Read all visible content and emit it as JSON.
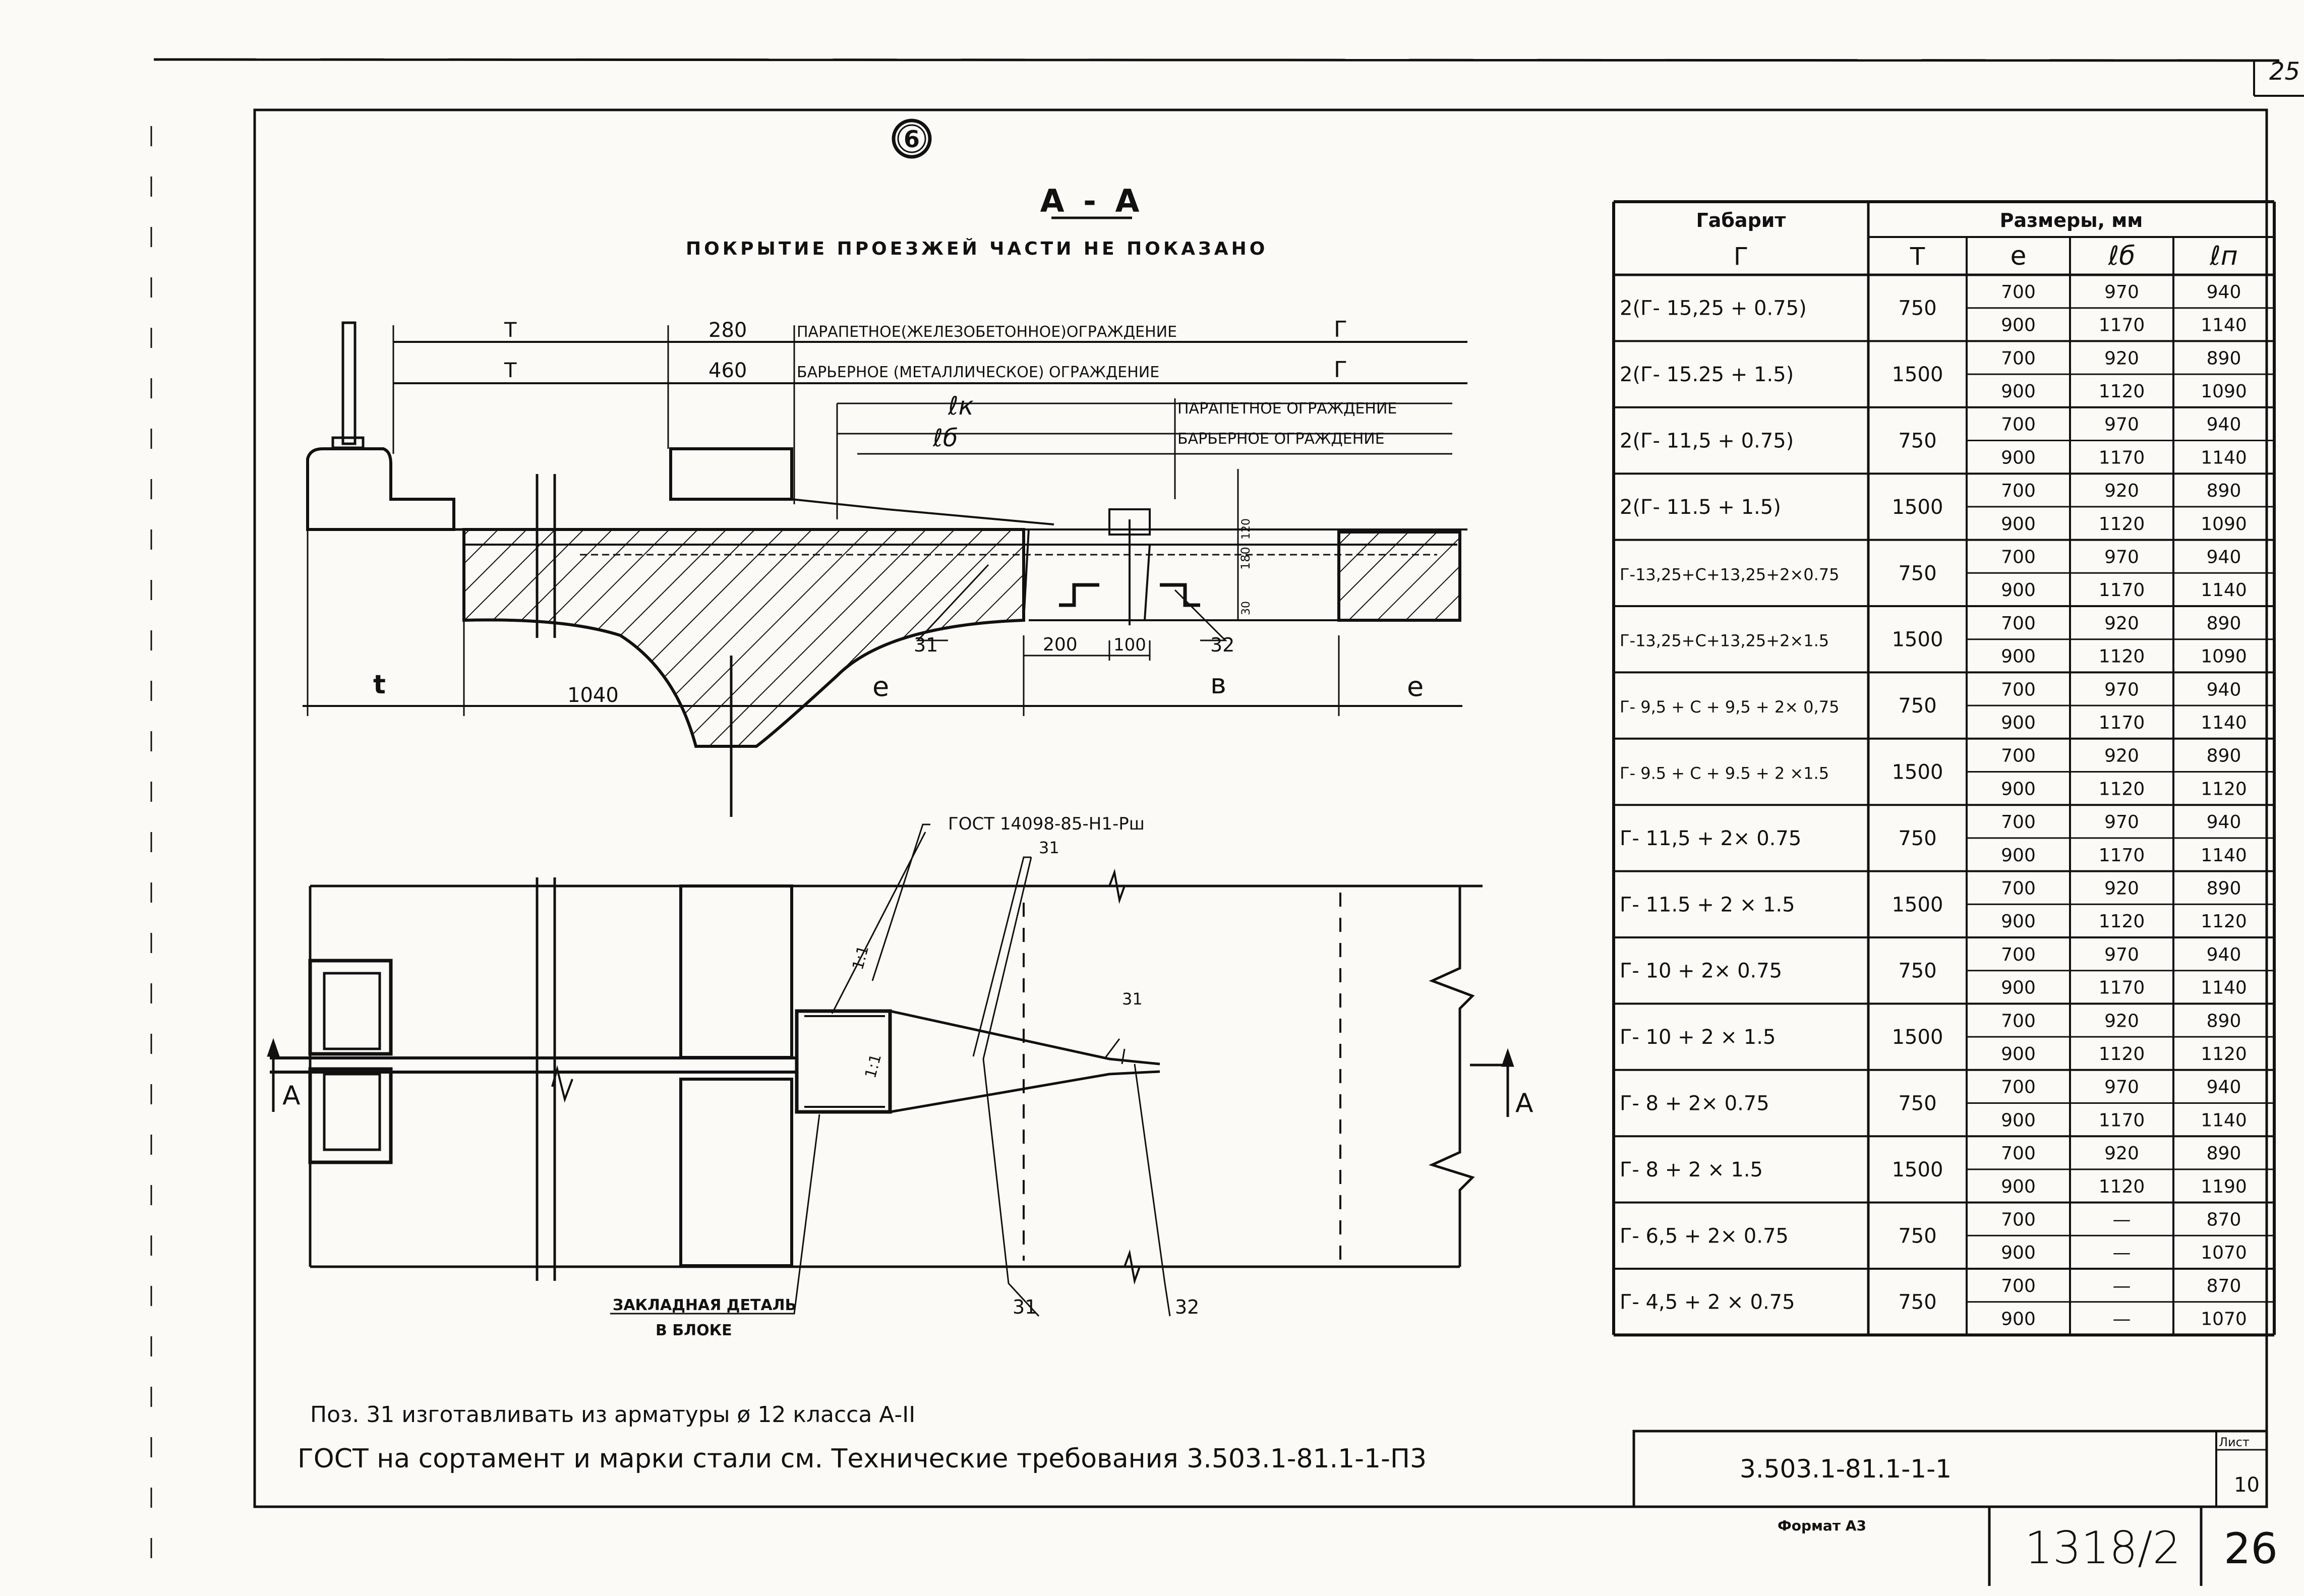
{
  "page_corner_number": "25",
  "section_marker": "6",
  "section_title": "А - А",
  "section_note": "ПОКРЫТИЕ ПРОЕЗЖЕЙ ЧАСТИ НЕ ПОКАЗАНО",
  "dimension_rows": [
    {
      "left": "T",
      "value": "280",
      "text": "ПАРАПЕТНОЕ(ЖЕЛЕЗОБЕТОННОЕ)ОГРАЖДЕНИЕ",
      "end": "Г"
    },
    {
      "left": "T",
      "value": "460",
      "text": "БАРЬЕРНОЕ (МЕТАЛЛИЧЕСКОЕ) ОГРАЖДЕНИЕ",
      "end": "Г"
    }
  ],
  "inner_dims": [
    {
      "symbol": "ℓк",
      "text": "ПАРАПЕТНОЕ ОГРАЖДЕНИЕ"
    },
    {
      "symbol": "ℓб",
      "text": "БАРЬЕРНОЕ ОГРАЖДЕНИЕ"
    }
  ],
  "bottom_dims": {
    "t": "t",
    "d1040": "1040",
    "e1": "e",
    "b": "в",
    "e2": "e",
    "d200": "200",
    "d100": "100"
  },
  "leaders": {
    "p31a": "31",
    "p32a": "32",
    "p31b": "31",
    "p31c": "31",
    "p31d": "31",
    "p32b": "32"
  },
  "vertical_dims": {
    "v180": "180",
    "v120": "120",
    "v30": "30"
  },
  "gost_label": "ГОСТ 14098-85-Н1-Рш",
  "slope_label": "1:1",
  "embedded_label_1": "ЗАКЛАДНАЯ ДЕТАЛЬ",
  "embedded_label_2": "В БЛОКЕ",
  "section_arrow": "А",
  "note_1": "Поз. 31 изготавливать из арматуры ø 12 класса А-II",
  "note_2": "ГОСТ на сортамент и марки стали см. Технические требования 3.503.1-81.1-1-П3",
  "table": {
    "header_gabarit": "Габарит",
    "header_sizes": "Размеры, мм",
    "col_g": "Г",
    "col_t": "Т",
    "col_e": "е",
    "col_lb": "ℓб",
    "col_lp": "ℓп",
    "rows": [
      {
        "gabarit": "2(Г- 15,25 + 0.75)",
        "t": "750",
        "sub": [
          [
            "700",
            "970",
            "940"
          ],
          [
            "900",
            "1170",
            "1140"
          ]
        ]
      },
      {
        "gabarit": "2(Г- 15.25 + 1.5)",
        "t": "1500",
        "sub": [
          [
            "700",
            "920",
            "890"
          ],
          [
            "900",
            "1120",
            "1090"
          ]
        ]
      },
      {
        "gabarit": "2(Г- 11,5 + 0.75)",
        "t": "750",
        "sub": [
          [
            "700",
            "970",
            "940"
          ],
          [
            "900",
            "1170",
            "1140"
          ]
        ]
      },
      {
        "gabarit": "2(Г- 11.5 + 1.5)",
        "t": "1500",
        "sub": [
          [
            "700",
            "920",
            "890"
          ],
          [
            "900",
            "1120",
            "1090"
          ]
        ]
      },
      {
        "gabarit": "Г-13,25+С+13,25+2×0.75",
        "t": "750",
        "sub": [
          [
            "700",
            "970",
            "940"
          ],
          [
            "900",
            "1170",
            "1140"
          ]
        ]
      },
      {
        "gabarit": "Г-13,25+С+13,25+2×1.5",
        "t": "1500",
        "sub": [
          [
            "700",
            "920",
            "890"
          ],
          [
            "900",
            "1120",
            "1090"
          ]
        ]
      },
      {
        "gabarit": "Г- 9,5 + С + 9,5 + 2× 0,75",
        "t": "750",
        "sub": [
          [
            "700",
            "970",
            "940"
          ],
          [
            "900",
            "1170",
            "1140"
          ]
        ]
      },
      {
        "gabarit": "Г- 9.5 + С + 9.5 + 2 ×1.5",
        "t": "1500",
        "sub": [
          [
            "700",
            "920",
            "890"
          ],
          [
            "900",
            "1120",
            "1120"
          ]
        ]
      },
      {
        "gabarit": "Г- 11,5 + 2× 0.75",
        "t": "750",
        "sub": [
          [
            "700",
            "970",
            "940"
          ],
          [
            "900",
            "1170",
            "1140"
          ]
        ]
      },
      {
        "gabarit": "Г- 11.5 + 2 × 1.5",
        "t": "1500",
        "sub": [
          [
            "700",
            "920",
            "890"
          ],
          [
            "900",
            "1120",
            "1120"
          ]
        ]
      },
      {
        "gabarit": "Г- 10 + 2× 0.75",
        "t": "750",
        "sub": [
          [
            "700",
            "970",
            "940"
          ],
          [
            "900",
            "1170",
            "1140"
          ]
        ]
      },
      {
        "gabarit": "Г- 10 + 2 × 1.5",
        "t": "1500",
        "sub": [
          [
            "700",
            "920",
            "890"
          ],
          [
            "900",
            "1120",
            "1120"
          ]
        ]
      },
      {
        "gabarit": "Г- 8 + 2× 0.75",
        "t": "750",
        "sub": [
          [
            "700",
            "970",
            "940"
          ],
          [
            "900",
            "1170",
            "1140"
          ]
        ]
      },
      {
        "gabarit": "Г- 8 + 2 × 1.5",
        "t": "1500",
        "sub": [
          [
            "700",
            "920",
            "890"
          ],
          [
            "900",
            "1120",
            "1190"
          ]
        ]
      },
      {
        "gabarit": "Г- 6,5 + 2× 0.75",
        "t": "750",
        "sub": [
          [
            "700",
            "—",
            "870"
          ],
          [
            "900",
            "—",
            "1070"
          ]
        ]
      },
      {
        "gabarit": "Г- 4,5 + 2 × 0.75",
        "t": "750",
        "sub": [
          [
            "700",
            "—",
            "870"
          ],
          [
            "900",
            "—",
            "1070"
          ]
        ]
      }
    ]
  },
  "stamp": {
    "code": "3.503.1-81.1-1-1",
    "sheet_label": "Лист",
    "sheet": "10"
  },
  "format": "Формат А3",
  "inventory": "1318/2",
  "page_number": "26"
}
